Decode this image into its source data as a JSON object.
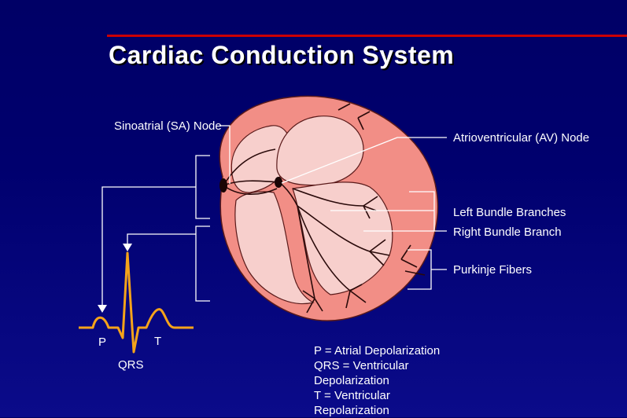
{
  "title": "Cardiac Conduction System",
  "labels": {
    "sa_node": "Sinoatrial (SA) Node",
    "av_node": "Atrioventricular (AV) Node",
    "left_bundle": "Left Bundle Branches",
    "right_bundle": "Right Bundle Branch",
    "purkinje": "Purkinje Fibers"
  },
  "ecg": {
    "p": "P",
    "t": "T",
    "qrs": "QRS"
  },
  "legend": {
    "line1": "P = Atrial Depolarization",
    "line2": "QRS = Ventricular",
    "line3": "Depolarization",
    "line4": "T = Ventricular",
    "line5": "Repolarization"
  },
  "colors": {
    "background": "#000066",
    "title_rule": "#cc0000",
    "heart_wall": "#f28e86",
    "heart_chamber": "#f7cfcc",
    "ecg_trace": "#f5a31a",
    "leader_lines": "#ffffff"
  }
}
